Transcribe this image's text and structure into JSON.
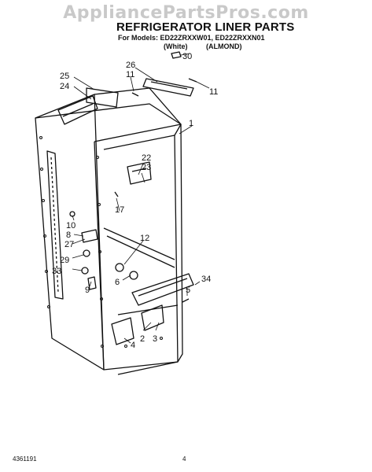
{
  "watermark": "AppliancePartsPros.com",
  "title": "REFRIGERATOR LINER PARTS",
  "models_line": "For Models: ED22ZRXXW01, ED22ZRXXN01",
  "colors": {
    "white": "(White)",
    "almond": "(ALMOND)"
  },
  "callouts": {
    "c30": "30",
    "c26": "26",
    "c11a": "11",
    "c11b": "11",
    "c25": "25",
    "c24": "24",
    "c1": "1",
    "c22": "22",
    "c23": "23",
    "c17": "17",
    "c10": "10",
    "c8": "8",
    "c27": "27",
    "c12": "12",
    "c29": "29",
    "c33": "33",
    "c6": "6",
    "c9": "9",
    "c34": "34",
    "c5": "5",
    "c2": "2",
    "c3": "3",
    "c4": "4"
  },
  "footer": {
    "doc_number": "4361191",
    "page": "4"
  }
}
